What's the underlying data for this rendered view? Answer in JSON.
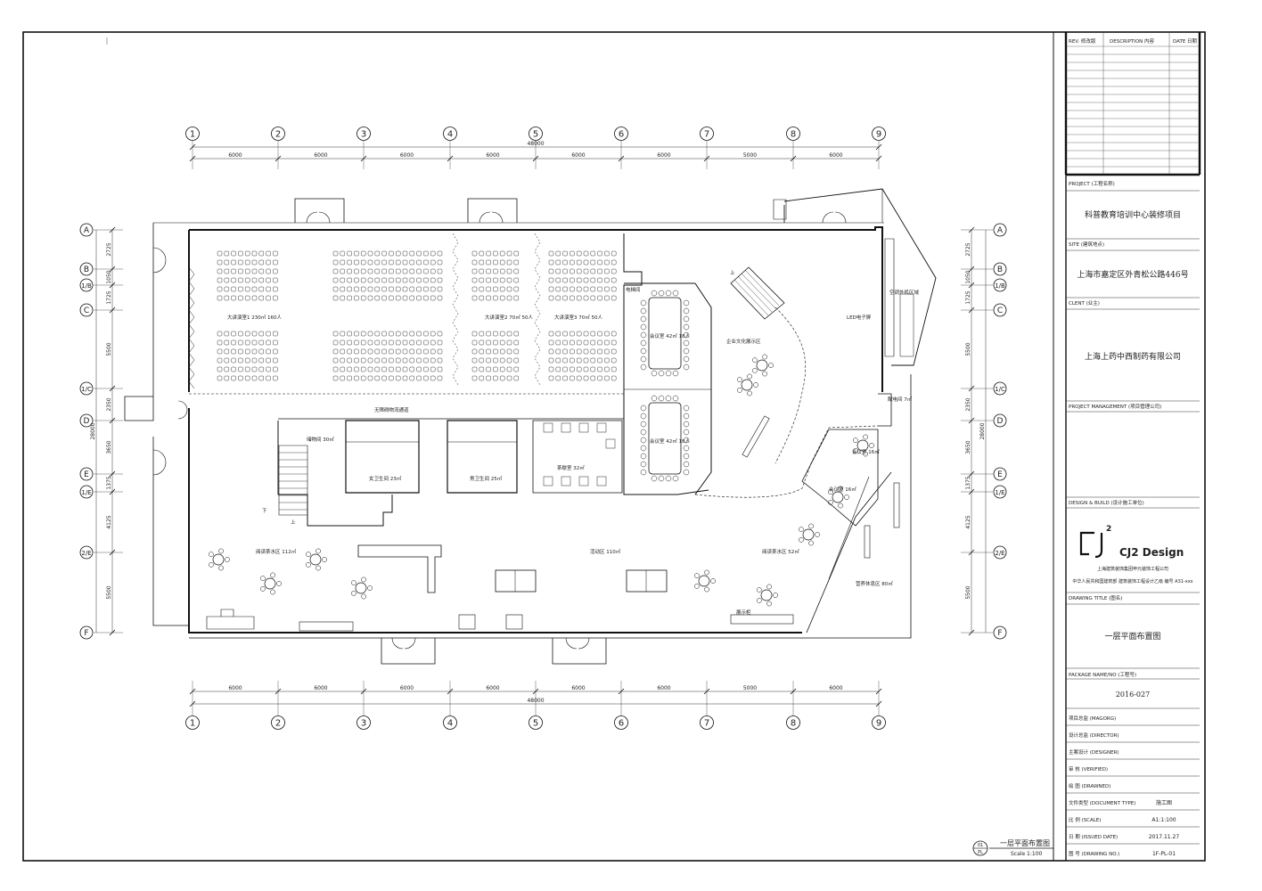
{
  "grid": {
    "columns": [
      "1",
      "2",
      "3",
      "4",
      "5",
      "6",
      "7",
      "8",
      "9"
    ],
    "rows_left": [
      "F",
      "2/E",
      "1/E",
      "E",
      "D",
      "1/C",
      "C",
      "1/B",
      "B",
      "A"
    ],
    "span_labels_top": [
      "6000",
      "6000",
      "6000",
      "6000",
      "6000",
      "6000",
      "5000",
      "6000"
    ],
    "span_labels_bottom": [
      "6000",
      "6000",
      "6000",
      "6000",
      "6000",
      "6000",
      "5000",
      "6000"
    ],
    "total_top": "48000",
    "total_bottom": "48000",
    "vertical_dims": [
      "2725",
      "1050",
      "1725",
      "5500",
      "2350",
      "3650",
      "1375",
      "4125",
      "5500"
    ],
    "vertical_total": "28000"
  },
  "rooms": {
    "lecture_large": "大讲演室1 230㎡ 160人",
    "lecture_2": "大讲演室2 70㎡ 50人",
    "lecture_3": "大讲演室3 70㎡ 50人",
    "corridor": "无障碍物流通道",
    "meeting_1": "会议室 42㎡ 18人",
    "meeting_2": "会议室 42㎡ 18人",
    "culture": "企业文化展示区",
    "led": "LED电子屏",
    "ac": "空调外机区域",
    "elevator": "电梯间",
    "power": "配电间 7㎡",
    "storage": "储物间 30㎡",
    "wc_m": "男卫生间 25㎡",
    "wc_f": "女卫生间 23㎡",
    "tea": "茶歇室 32㎡",
    "small_meeting_1": "会议室 16㎡",
    "small_meeting_2": "会议室 16㎡",
    "leisure_w": "阅读茶水区 112㎡",
    "activity": "活动区 110㎡",
    "leisure_e": "阅读茶水区 52㎡",
    "rest": "营养休息区 80㎡",
    "display": "展示柜",
    "up": "上",
    "dn": "下"
  },
  "drawing_label": {
    "index": "01",
    "sheet": "PL",
    "title": "一层平面布置图",
    "scale": "Scale 1:100"
  },
  "titleblock": {
    "rev_header": [
      "REV. 修改版",
      "DESCRIPTION 内容",
      "DATE 日期"
    ],
    "project_label": "PROJECT (工程名称)",
    "project": "科普教育培训中心装修项目",
    "site_label": "SITE (建筑地点)",
    "site": "上海市嘉定区外青松公路446号",
    "client_label": "CLENT (业主)",
    "client": "上海上药中西制药有限公司",
    "pm_label": "PROJECT MANAGEMENT (项目管理公司)",
    "db_label": "DESIGN & BUILD (设计施工单位)",
    "logo_text": "CJ2 Design",
    "logo_sup": "2",
    "company": "上海建筑装饰集团申元装饰工程公司",
    "license": "中华人民共和国建筑部 建筑装饰工程设计乙级 编号 A31-xxx",
    "drawing_title_label": "DRAWING TITLE (图名)",
    "drawing_title": "一层平面布置图",
    "package_label": "PACKAGE NAME/NO (工程号)",
    "package": "2016-027",
    "rows": [
      {
        "label": "项目总监 (MAGORG)",
        "value": ""
      },
      {
        "label": "设计总监 (DIRECTOR)",
        "value": ""
      },
      {
        "label": "主案设计 (DESIGNER)",
        "value": ""
      },
      {
        "label": "审 核 (VERIFIED)",
        "value": ""
      },
      {
        "label": "绘 图 (DRAWNED)",
        "value": ""
      },
      {
        "label": "文件类型 (DOCUMENT TYPE)",
        "value": "施工图"
      },
      {
        "label": "比 例 (SCALE)",
        "value": "A1:1:100"
      },
      {
        "label": "日 期 (ISSUED DATE)",
        "value": "2017.11.27"
      },
      {
        "label": "图 号 (DRAWING NO.)",
        "value": "1F-PL-01"
      }
    ]
  }
}
